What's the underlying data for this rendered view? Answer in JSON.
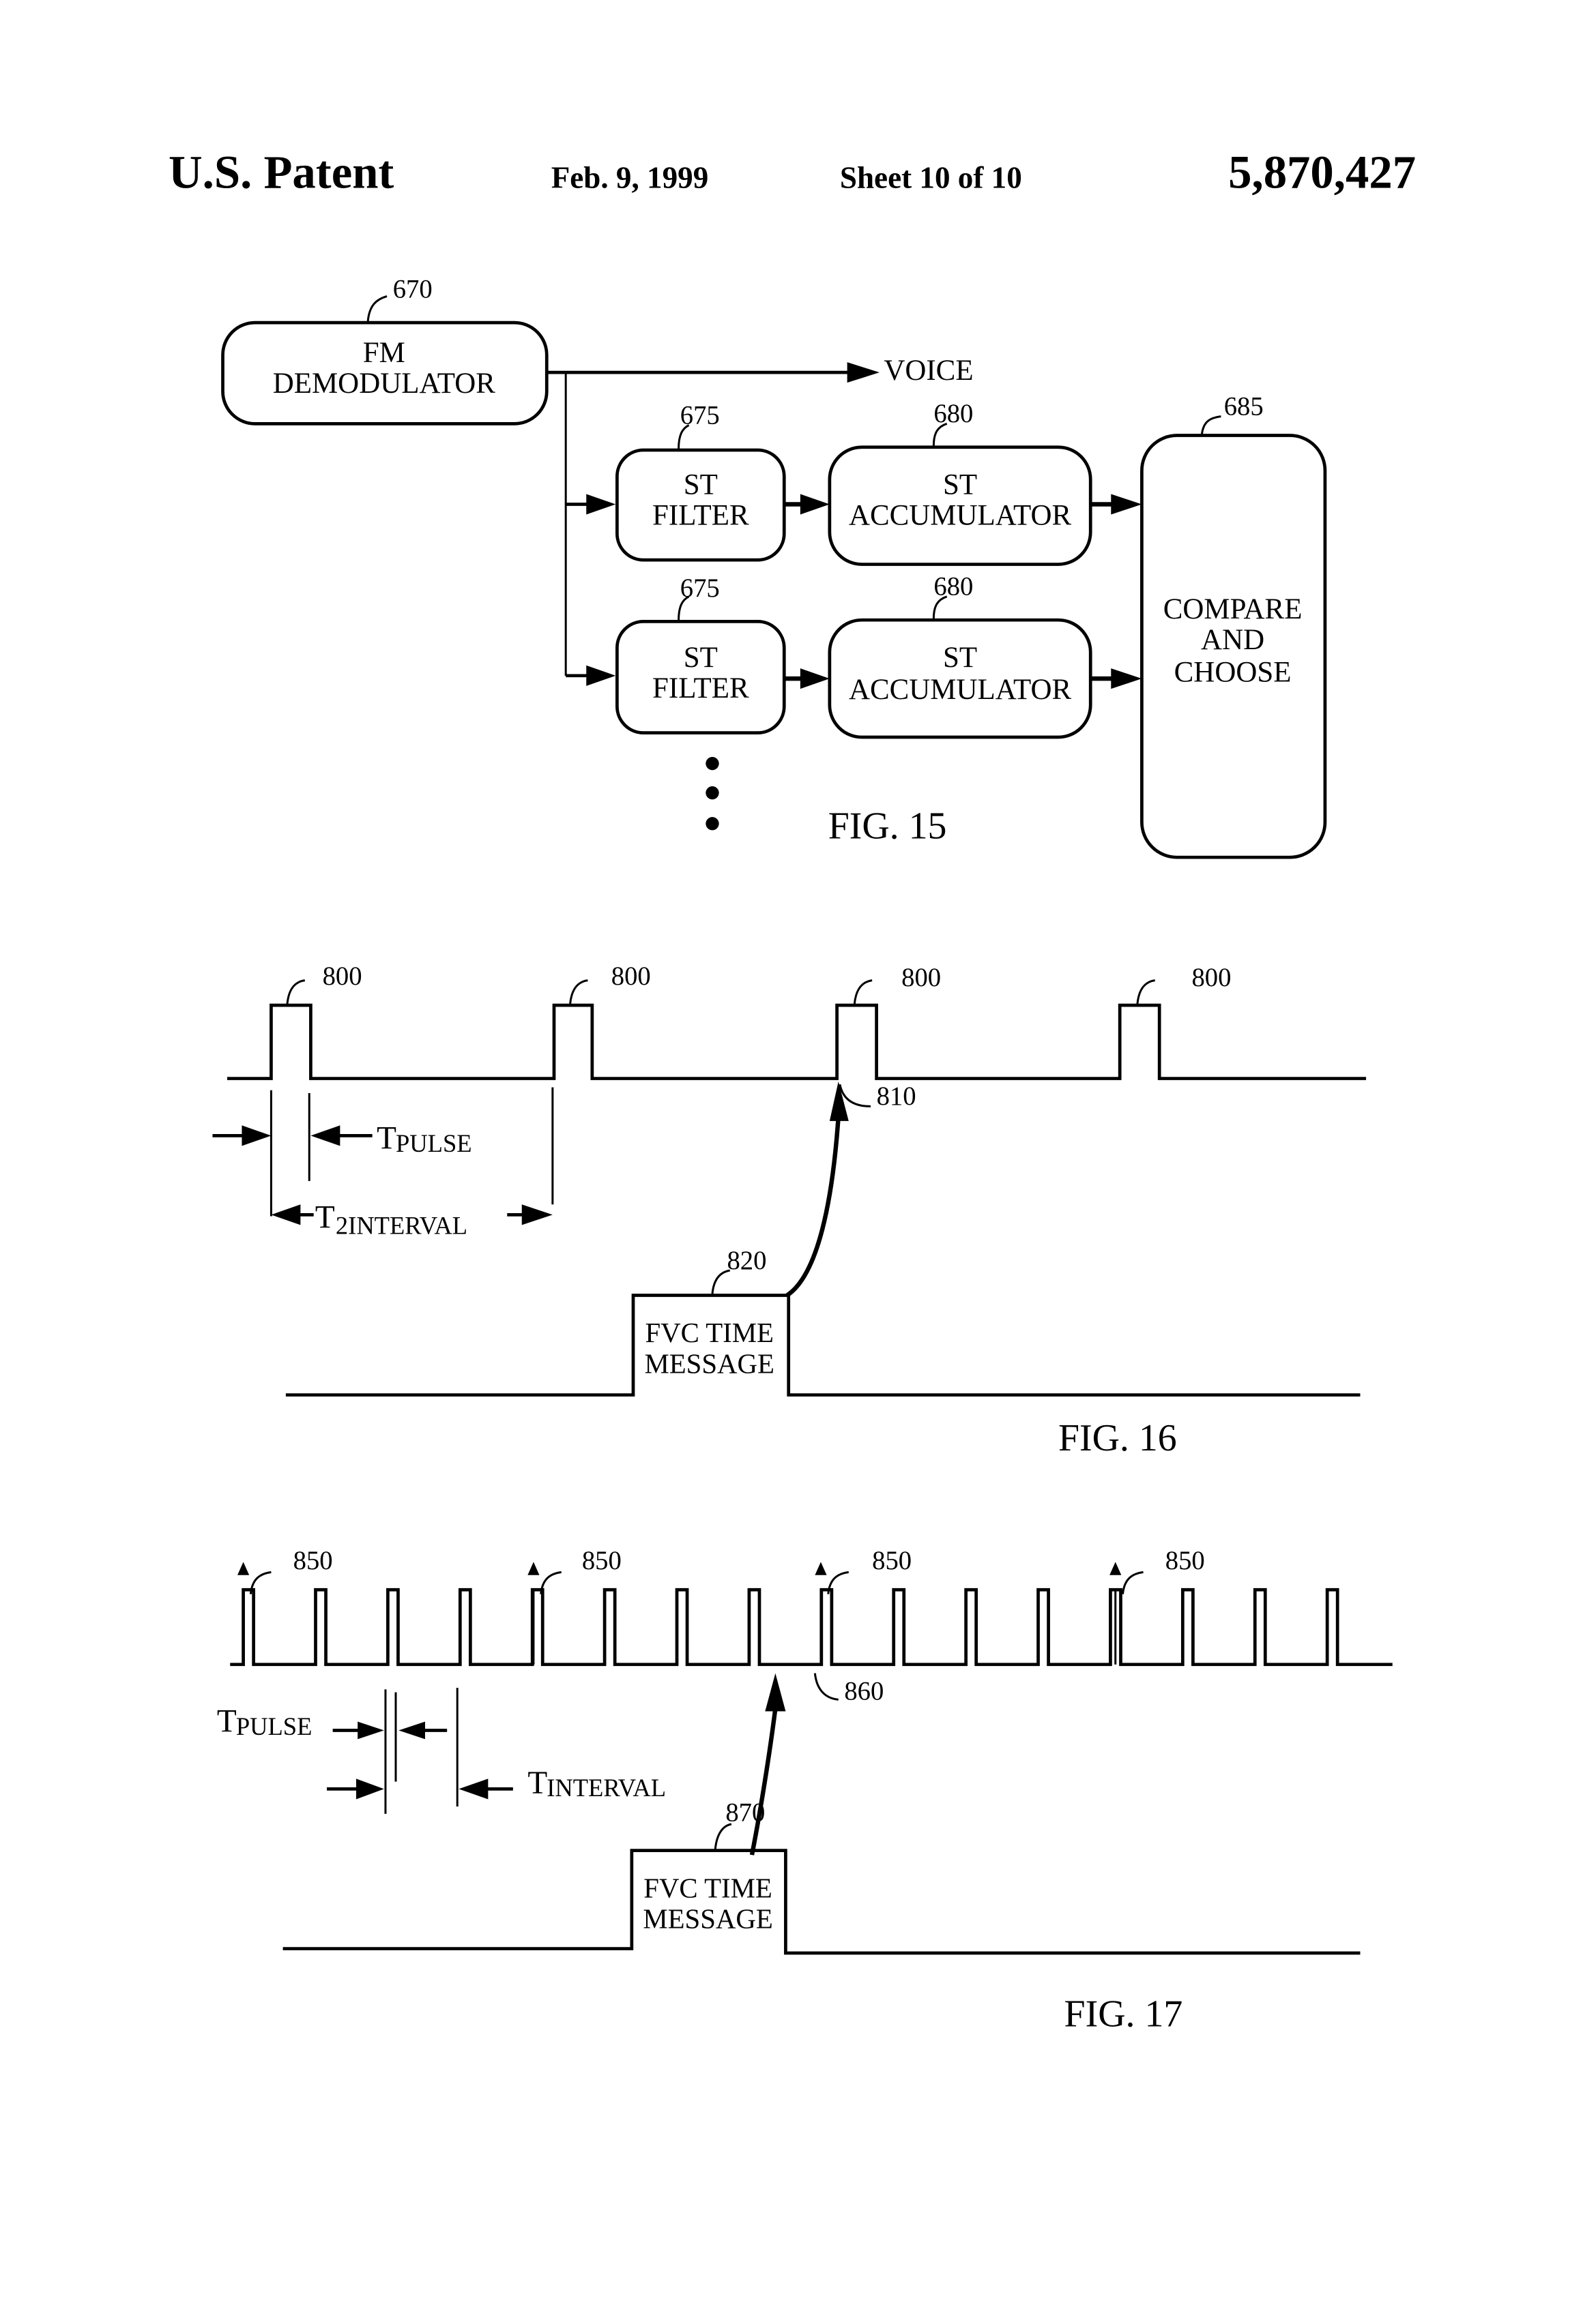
{
  "header": {
    "left": "U.S. Patent",
    "date": "Feb. 9, 1999",
    "sheet": "Sheet 10 of 10",
    "patent_number": "5,870,427"
  },
  "fig15": {
    "label": "FIG. 15",
    "fm_demodulator": {
      "ref": "670",
      "line1": "FM",
      "line2": "DEMODULATOR"
    },
    "voice_label": "VOICE",
    "st_filter": [
      {
        "ref": "675",
        "line1": "ST",
        "line2": "FILTER"
      },
      {
        "ref": "675",
        "line1": "ST",
        "line2": "FILTER"
      }
    ],
    "st_accumulator": [
      {
        "ref": "680",
        "line1": "ST",
        "line2": "ACCUMULATOR"
      },
      {
        "ref": "680",
        "line1": "ST",
        "line2": "ACCUMULATOR"
      }
    ],
    "compare": {
      "ref": "685",
      "line1": "COMPARE",
      "line2": "AND",
      "line3": "CHOOSE"
    }
  },
  "fig16": {
    "label": "FIG. 16",
    "pulse_refs": [
      "800",
      "800",
      "800",
      "800"
    ],
    "sync_ref": "810",
    "message_ref": "820",
    "message_line1": "FVC TIME",
    "message_line2": "MESSAGE",
    "tpulse_T": "T",
    "tpulse_sub": "PULSE",
    "tinterval_T": "T",
    "tinterval_sub": "2INTERVAL"
  },
  "fig17": {
    "label": "FIG. 17",
    "pulse_refs": [
      "850",
      "850",
      "850",
      "850"
    ],
    "sync_ref": "860",
    "message_ref": "870",
    "message_line1": "FVC TIME",
    "message_line2": "MESSAGE",
    "tpulse_T": "T",
    "tpulse_sub": "PULSE",
    "tinterval_T": "T",
    "tinterval_sub": "INTERVAL"
  }
}
